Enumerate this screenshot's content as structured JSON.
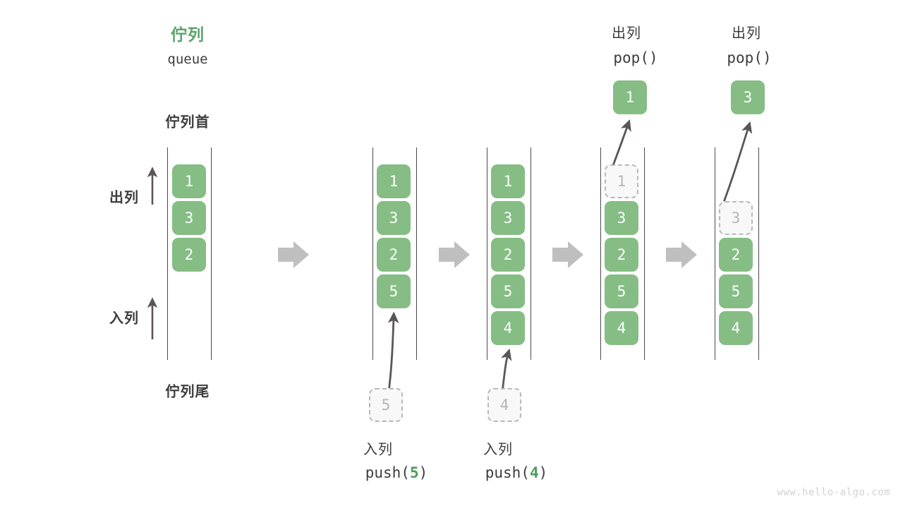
{
  "diagram": {
    "title_cn": "佇列",
    "title_code": "queue",
    "head_label": "佇列首",
    "tail_label": "佇列尾",
    "dequeue_label": "出列",
    "enqueue_label": "入列",
    "watermark": "www.hello-algo.com",
    "accent_color": "#5aa469",
    "cell_color": "#85bd84",
    "ghost_color": "#b6b6b6",
    "arrow_color": "#bfbfbf"
  },
  "steps": [
    {
      "id": "initial",
      "caption_cn": "",
      "caption_code": "",
      "cells": [
        {
          "value": "1",
          "state": "filled"
        },
        {
          "value": "3",
          "state": "filled"
        },
        {
          "value": "2",
          "state": "filled"
        }
      ]
    },
    {
      "id": "push-5",
      "caption_cn": "入列",
      "caption_code_pre": "push(",
      "caption_code_num": "5",
      "caption_code_post": ")",
      "incoming": "5",
      "cells": [
        {
          "value": "1",
          "state": "filled"
        },
        {
          "value": "3",
          "state": "filled"
        },
        {
          "value": "2",
          "state": "filled"
        },
        {
          "value": "5",
          "state": "filled"
        }
      ]
    },
    {
      "id": "push-4",
      "caption_cn": "入列",
      "caption_code_pre": "push(",
      "caption_code_num": "4",
      "caption_code_post": ")",
      "incoming": "4",
      "cells": [
        {
          "value": "1",
          "state": "filled"
        },
        {
          "value": "3",
          "state": "filled"
        },
        {
          "value": "2",
          "state": "filled"
        },
        {
          "value": "5",
          "state": "filled"
        },
        {
          "value": "4",
          "state": "filled"
        }
      ]
    },
    {
      "id": "pop-1",
      "caption_cn": "出列",
      "caption_code": "pop()",
      "popped": "1",
      "cells": [
        {
          "value": "1",
          "state": "ghost"
        },
        {
          "value": "3",
          "state": "filled"
        },
        {
          "value": "2",
          "state": "filled"
        },
        {
          "value": "5",
          "state": "filled"
        },
        {
          "value": "4",
          "state": "filled"
        }
      ]
    },
    {
      "id": "pop-3",
      "caption_cn": "出列",
      "caption_code": "pop()",
      "popped": "3",
      "cells": [
        {
          "value": "3",
          "state": "ghost"
        },
        {
          "value": "2",
          "state": "filled"
        },
        {
          "value": "5",
          "state": "filled"
        },
        {
          "value": "4",
          "state": "filled"
        }
      ]
    }
  ]
}
